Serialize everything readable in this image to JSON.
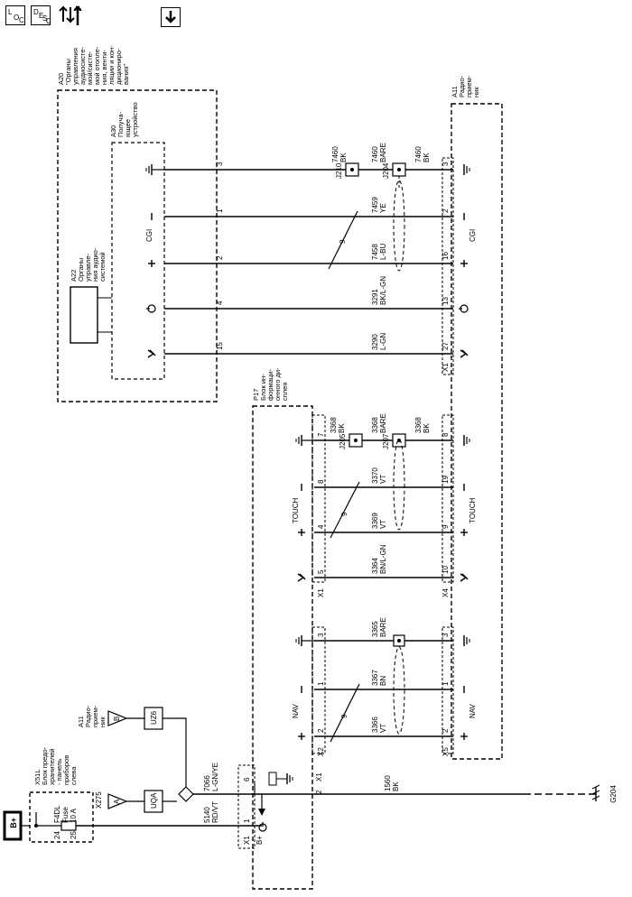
{
  "toolbar": {
    "loc_main": "L",
    "loc_sub": "O",
    "loc_sub2": "C",
    "desc_main": "D",
    "desc_sub": "E",
    "desc_sub2": "S",
    "desc_sub3": "C"
  },
  "power": {
    "label": "B+"
  },
  "fuse_block": {
    "title": [
      "X51L",
      "Блок предо-",
      "хранителей",
      "- панель",
      "приборов",
      "слева"
    ],
    "fuse_name": "F4DL",
    "fuse_word": "Fuse",
    "fuse_rating": "10 A",
    "pin_in": "24",
    "pin_out": "25",
    "wire_num": "5140",
    "wire_color": "RD/VT"
  },
  "a20": {
    "title": [
      "A20",
      "\"Органы",
      "управления",
      "аудиосисте-",
      "мой/систе-",
      "мой отопле-",
      "ния, венти-",
      "ляции и кон-",
      "диционирo-",
      "вания\""
    ]
  },
  "a30": {
    "title": [
      "A30",
      "Получа-",
      "ющее",
      "устройство"
    ],
    "cgi": "CGI"
  },
  "a22": {
    "title": [
      "A22",
      "Органы",
      "управле-",
      "ния аудио-",
      "системой"
    ]
  },
  "a11": {
    "title": [
      "A11",
      "Радио-",
      "прием-",
      "ник"
    ],
    "cgi": "CGI",
    "nav": "NAV",
    "touch": "TOUCH"
  },
  "p17": {
    "title": [
      "P17",
      "Блок ин-",
      "формаци-",
      "онного ди-",
      "сплея"
    ],
    "touch": "TOUCH",
    "nav": "NAV"
  },
  "a11_ref": {
    "title": [
      "A11",
      "Радио-",
      "прием-",
      "ник"
    ],
    "pin": "B",
    "conn": "UZ6"
  },
  "x275": {
    "label": "X275",
    "pin": "A",
    "conn": "UQA"
  },
  "wires_top": [
    {
      "pin_left": "3",
      "pin_right": "3",
      "num": "7460",
      "color": "BK",
      "splice": "J210"
    },
    {
      "pin_left": "1",
      "pin_right": "2",
      "num": "7459",
      "color": "YE"
    },
    {
      "pin_left": "2",
      "pin_right": "16",
      "num": "7458",
      "color": "L-BU"
    },
    {
      "pin_left": "4",
      "pin_right": "13",
      "num": "3291",
      "color": "BK/L-GN"
    },
    {
      "pin_left": "15",
      "pin_right": "27",
      "num": "3290",
      "color": "L-GN"
    }
  ],
  "top_extra": {
    "num_bare": "7460",
    "color_bare": "BARE",
    "splice2": "J204",
    "num_right": "7460",
    "color_right": "BK",
    "twist": "9",
    "conn_right": "X1"
  },
  "wires_mid": [
    {
      "pin_left": "7",
      "pin_right": "8",
      "num": "3368",
      "color": "BK",
      "splice": "J205"
    },
    {
      "pin_left": "8",
      "pin_right": "19",
      "num": "3370",
      "color": "VT"
    },
    {
      "pin_left": "4",
      "pin_right": "9",
      "num": "3369",
      "color": "VT"
    },
    {
      "pin_left": "5",
      "pin_right": "10",
      "num": "3364",
      "color": "BN/L-GN"
    }
  ],
  "mid_extra": {
    "num_bare": "3368",
    "color_bare": "BARE",
    "splice2": "J207",
    "num_right": "3368",
    "color_right": "BK",
    "twist": "9",
    "conn_left": "X1",
    "conn_right": "X4"
  },
  "wires_nav": [
    {
      "pin_left": "3",
      "pin_right": "3",
      "num": "3365",
      "color": "BARE"
    },
    {
      "pin_left": "1",
      "pin_right": "1",
      "num": "3367",
      "color": "BN"
    },
    {
      "pin_left": "2",
      "pin_right": "2",
      "num": "3366",
      "color": "VT"
    }
  ],
  "nav_extra": {
    "twist": "9",
    "conn_left": "X2",
    "conn_right": "X5"
  },
  "bottom": {
    "pin6": "6",
    "wire_7066_num": "7066",
    "wire_7066_color": "L-GN/YE",
    "x1": "X1",
    "pin1": "1",
    "pin2": "2",
    "bplus": "B+",
    "ground_num": "1560",
    "ground_color": "BK",
    "ground_ref": "G204"
  }
}
